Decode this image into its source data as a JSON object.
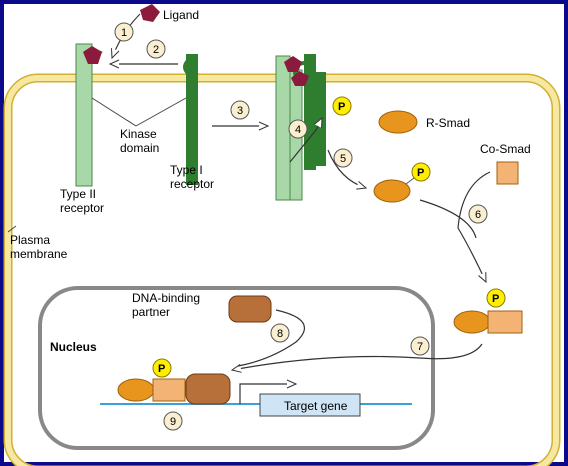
{
  "labels": {
    "ligand": "Ligand",
    "kinase_domain_1": "Kinase",
    "kinase_domain_2": "domain",
    "type2_1": "Type II",
    "type2_2": "receptor",
    "type1_1": "Type I",
    "type1_2": "receptor",
    "plasma_1": "Plasma",
    "plasma_2": "membrane",
    "rsmad": "R-Smad",
    "cosmad": "Co-Smad",
    "dna_partner_1": "DNA-binding",
    "dna_partner_2": "partner",
    "nucleus": "Nucleus",
    "target_gene": "Target gene",
    "phospho": "P"
  },
  "steps": [
    "1",
    "2",
    "3",
    "4",
    "5",
    "6",
    "7",
    "8",
    "9"
  ],
  "colors": {
    "background": "#0a0a8a",
    "panel": "#ffffff",
    "membrane": "#f6e8a0",
    "membrane_edge": "#d2b032",
    "type2_receptor": "#a8d8a8",
    "type1_receptor": "#2f7d2f",
    "ligand": "#8b1a3c",
    "r_smad": "#e8951d",
    "co_smad": "#f3b374",
    "dna_partner": "#b8703a",
    "phosphate": "#ffee00",
    "dna_line": "#3aa0d8",
    "target_gene_box": "#cfe5f5",
    "step_circle": "#fbefd2"
  }
}
